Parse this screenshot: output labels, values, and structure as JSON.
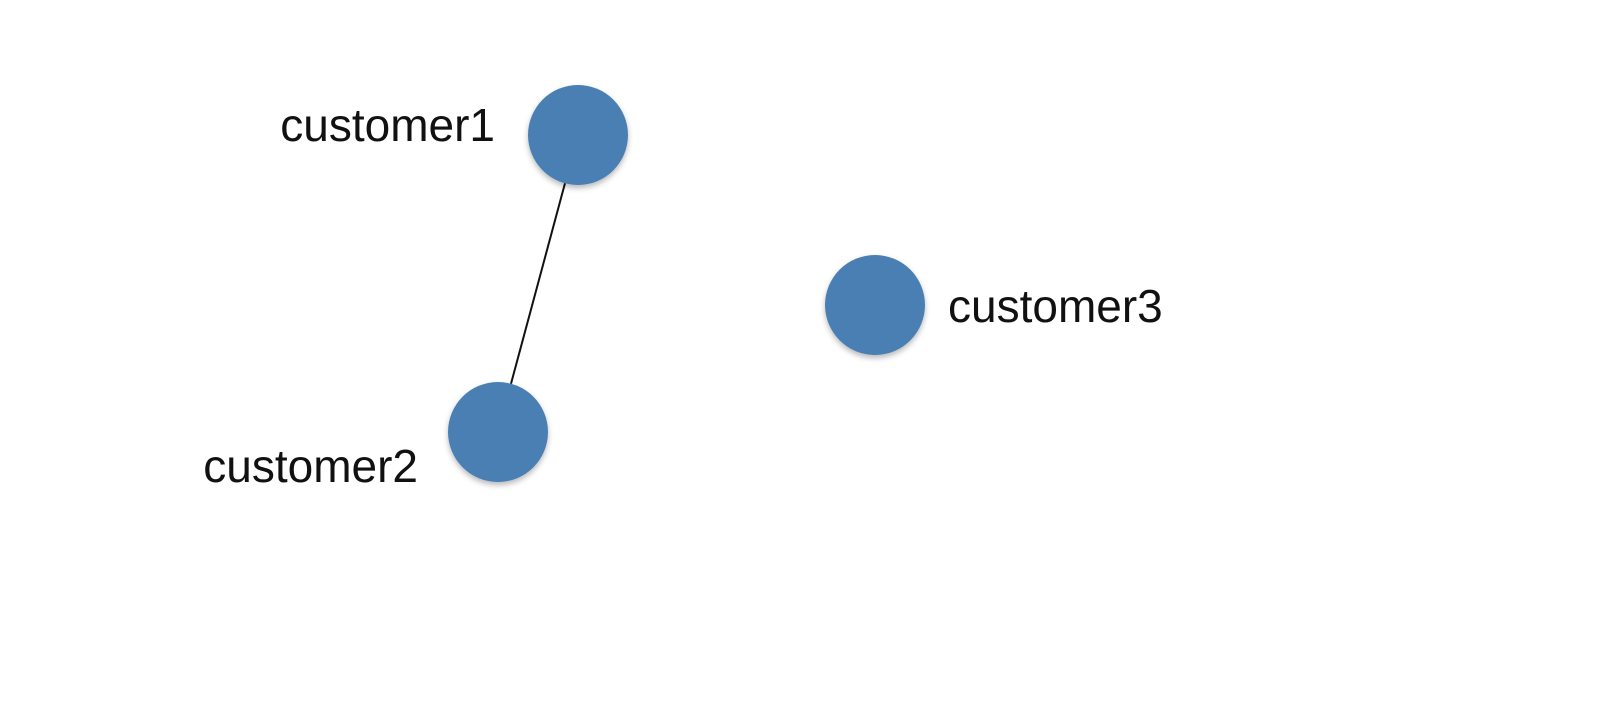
{
  "diagram": {
    "node_color": "#4a7fb2",
    "edge_color": "#111111",
    "nodes": [
      {
        "id": "customer1",
        "label": "customer1"
      },
      {
        "id": "customer2",
        "label": "customer2"
      },
      {
        "id": "customer3",
        "label": "customer3"
      }
    ],
    "edges": [
      {
        "from": "customer1",
        "to": "customer2"
      }
    ]
  }
}
